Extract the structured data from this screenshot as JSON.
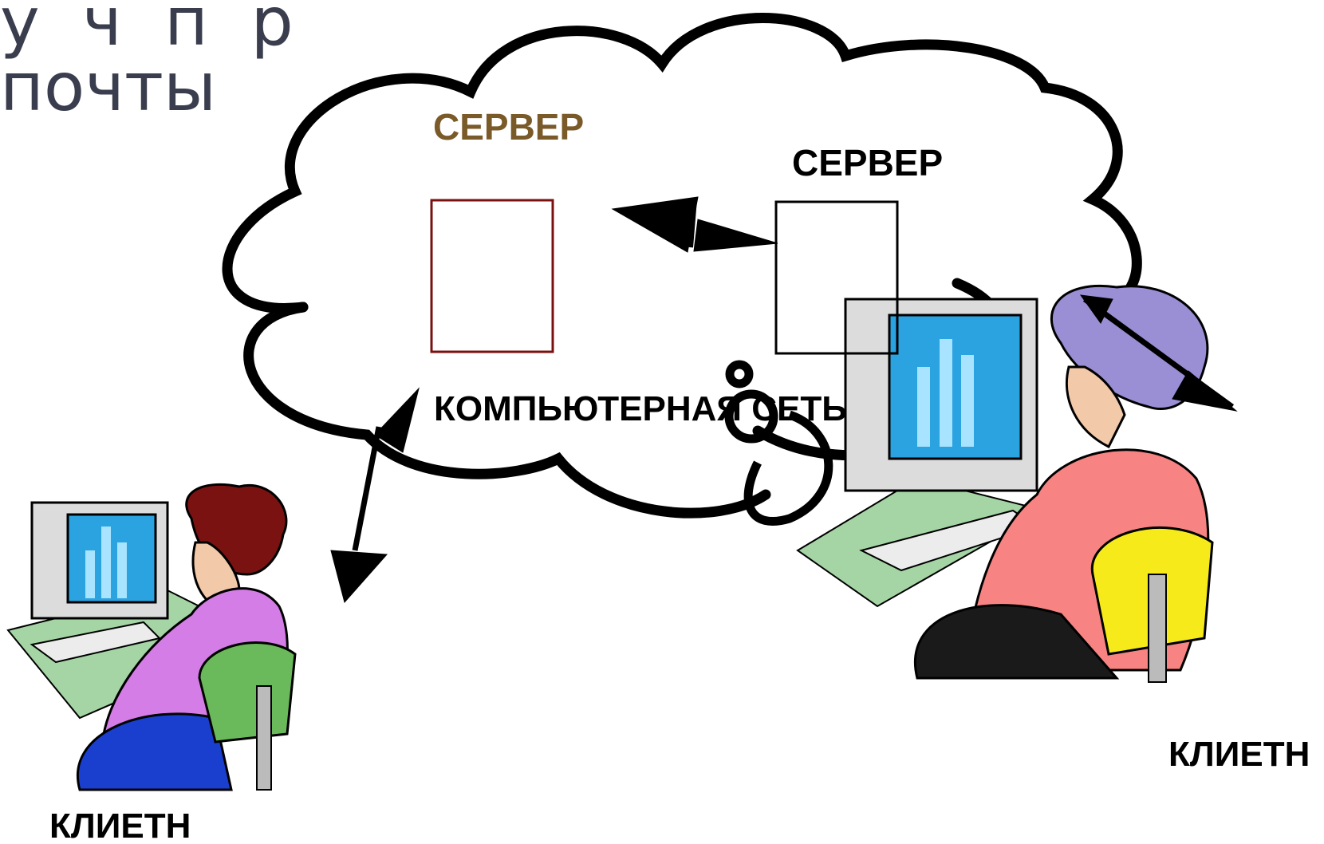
{
  "slide": {
    "title_line1": "у  ч  п  р",
    "title_line2": "почты"
  },
  "diagram": {
    "server_left_label": "СЕРВЕР",
    "server_right_label": "СЕРВЕР",
    "network_label": "КОМПЬЮТЕРНАЯ СЕТЬ",
    "client_left_label": "КЛИЕТН",
    "client_right_label": "КЛИЕТН"
  },
  "colors": {
    "server_left_label": "#7a5a28",
    "server_left_box": "#7a1010",
    "title": "#3a3d4d"
  }
}
